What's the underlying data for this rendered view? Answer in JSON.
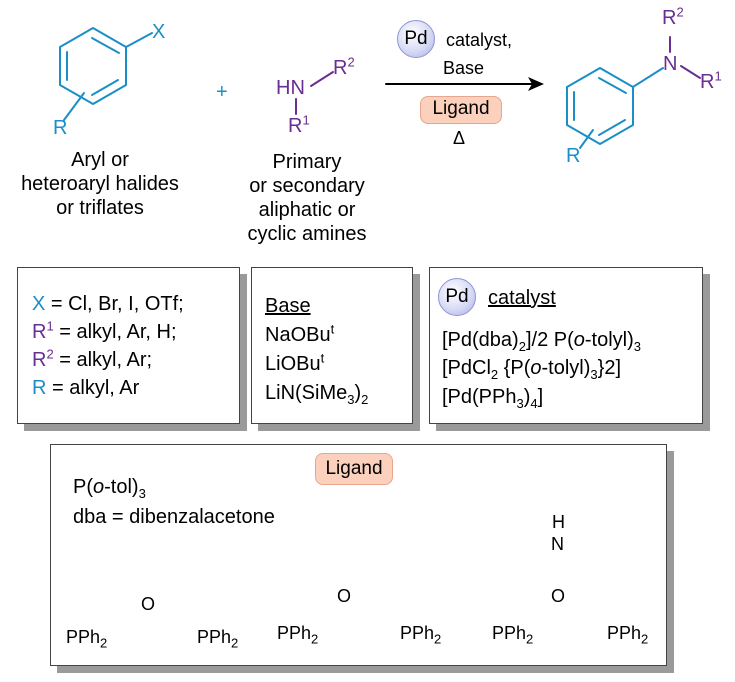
{
  "reaction": {
    "reactant1": {
      "x_label": "X",
      "r_label": "R",
      "caption": [
        "Aryl or",
        "heteroaryl halides",
        "or triflates"
      ]
    },
    "plus": "+",
    "reactant2": {
      "hn": "HN",
      "r2": "R",
      "r2_sup": "2",
      "r1": "R",
      "r1_sup": "1",
      "caption": [
        "Primary",
        "or secondary",
        "aliphatic or",
        "cyclic amines"
      ]
    },
    "conditions": {
      "pd": "Pd",
      "catalyst": "catalyst,",
      "base": "Base",
      "ligand": "Ligand",
      "heat": "Δ"
    },
    "product": {
      "n": "N",
      "r2": "R",
      "r2_sup": "2",
      "r1": "R",
      "r1_sup": "1",
      "r_label": "R"
    }
  },
  "substituent_box": {
    "lines": [
      {
        "sym": "X",
        "sup": "",
        "rest": " = Cl, Br, I, OTf;"
      },
      {
        "sym": "R",
        "sup": "1",
        "rest": " = alkyl, Ar, H;"
      },
      {
        "sym": "R",
        "sup": "2",
        "rest": " = alkyl, Ar;"
      },
      {
        "sym": "R",
        "sup": "",
        "rest": " = alkyl, Ar"
      }
    ]
  },
  "base_box": {
    "title": "Base",
    "items": [
      {
        "main": "NaOBu",
        "sup": "t",
        "tail": ""
      },
      {
        "main": "LiOBu",
        "sup": "t",
        "tail": ""
      },
      {
        "main": "LiN(SiMe",
        "sub": "3",
        "tail": ")",
        "sub2": "2"
      }
    ]
  },
  "catalyst_box": {
    "pd": "Pd",
    "title": "catalyst",
    "items": [
      {
        "a": "[Pd(dba)",
        "sub": "2",
        "b": "]/2 P(",
        "it": "o",
        "c": "-tolyl)",
        "sub2": "3",
        "d": ""
      },
      {
        "a": "[PdCl",
        "sub": "2",
        "b": " {P(",
        "it": "o",
        "c": "-tolyl)",
        "sub2": "3",
        "d": "}2]"
      },
      {
        "a": "[Pd(PPh",
        "sub": "3",
        "b": ")",
        "it": "",
        "c": "",
        "sub2": "4",
        "d": "]"
      }
    ]
  },
  "ligand_box": {
    "title": "Ligand",
    "line1_a": "P(",
    "line1_it": "o",
    "line1_b": "-tol)",
    "line1_sub": "3",
    "line2": "dba = dibenzalacetone",
    "structures": {
      "dpephos": {
        "o": "O",
        "p_left": "PPh",
        "p_right": "PPh",
        "sub": "2"
      },
      "xantphos": {
        "o": "O",
        "p_left": "PPh",
        "p_right": "PPh",
        "sub": "2"
      },
      "nixantphos": {
        "o": "O",
        "nh": "H",
        "n": "N",
        "p_left": "PPh",
        "p_right": "PPh",
        "sub": "2"
      }
    }
  },
  "colors": {
    "teal": "#1a8fc7",
    "purple": "#6a2d91",
    "ligand_pill": "#fbd0bd",
    "pd_bubble": "#c5c9f0"
  }
}
